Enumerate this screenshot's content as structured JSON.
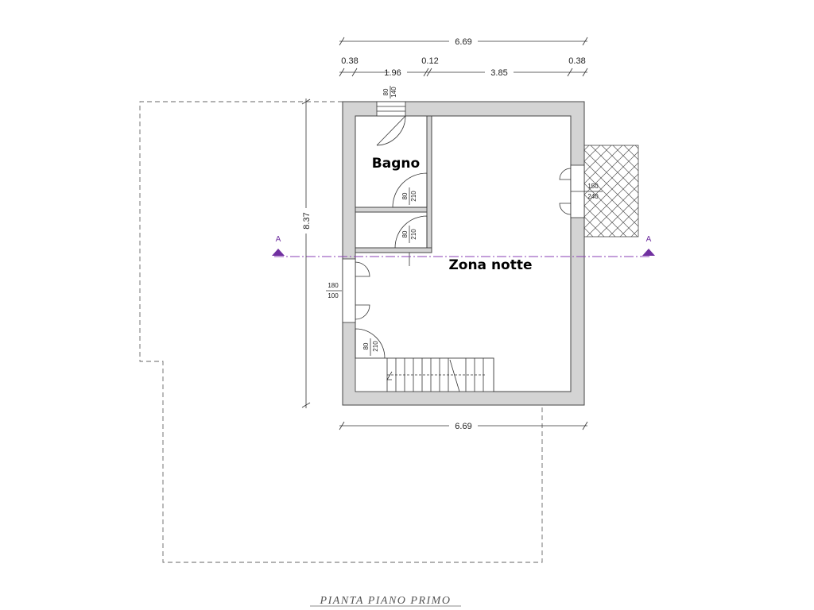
{
  "dimensions": {
    "top_total": "6.69",
    "top_left_wall": "0.38",
    "top_bagno": "1.96",
    "top_mid_wall": "0.12",
    "top_zona": "3.85",
    "top_right_wall": "0.38",
    "left_height": "8.37",
    "bottom_total": "6.69"
  },
  "openings": {
    "window_top": {
      "w": "80",
      "h": "140"
    },
    "door_bagno": {
      "w": "80",
      "h": "210"
    },
    "door_closet": {
      "w": "80",
      "h": "210"
    },
    "door_stair": {
      "w": "80",
      "h": "210"
    },
    "window_left": {
      "w": "180",
      "h": "100"
    },
    "window_right": {
      "w": "150",
      "h": "240"
    }
  },
  "rooms": {
    "bagno": "Bagno",
    "zona_notte": "Zona notte"
  },
  "section_marker": {
    "left": "A",
    "right": "A"
  },
  "title": "PIANTA PIANO PRIMO"
}
